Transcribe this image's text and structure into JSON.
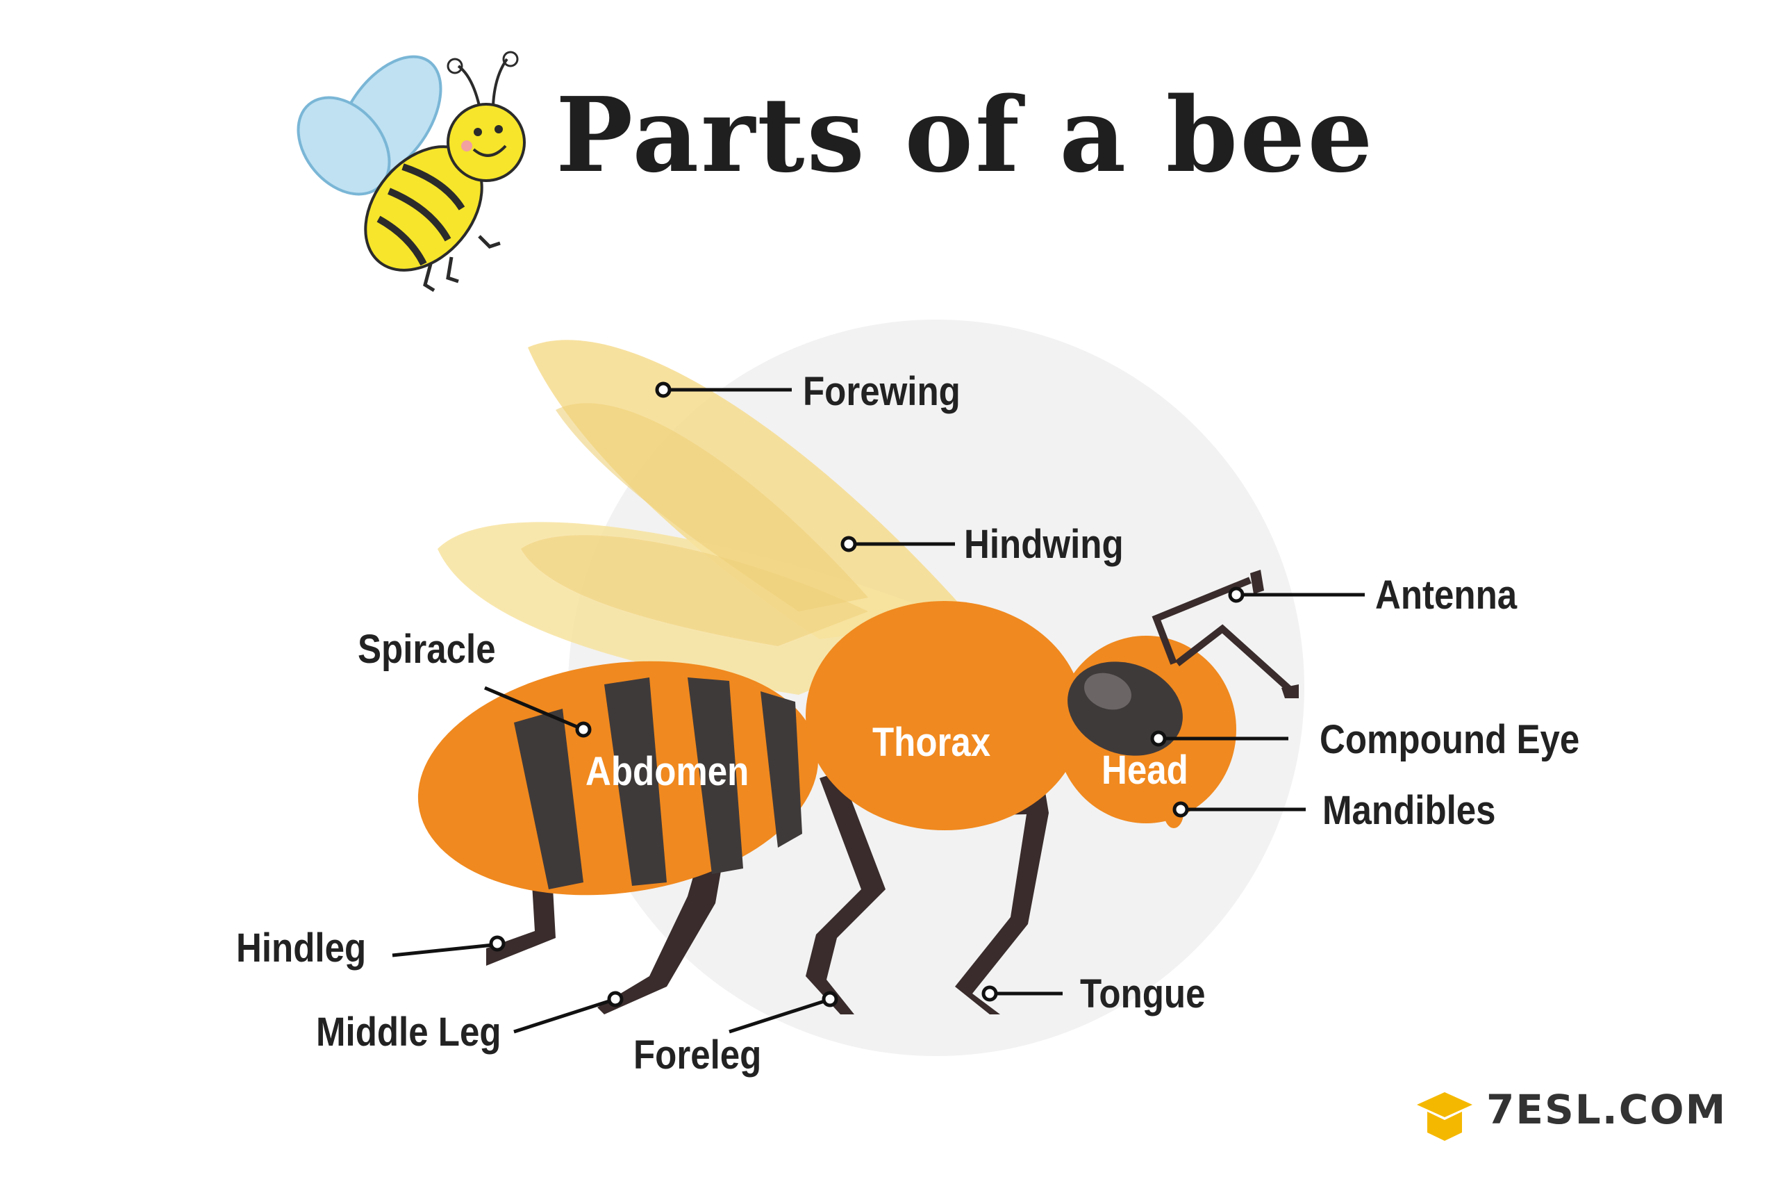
{
  "title": "Parts of a bee",
  "labels": {
    "forewing": "Forewing",
    "hindwing": "Hindwing",
    "antenna": "Antenna",
    "spiracle": "Spiracle",
    "compound_eye": "Compound Eye",
    "mandibles": "Mandibles",
    "hindleg": "Hindleg",
    "middle_leg": "Middle Leg",
    "foreleg": "Foreleg",
    "tongue": "Tongue"
  },
  "body_labels": {
    "abdomen": "Abdomen",
    "thorax": "Thorax",
    "head": "Head"
  },
  "brand": "7ESL.COM",
  "colors": {
    "bee_body": "#f0891f",
    "stripes": "#3f3a3a",
    "wing": "#f6dc8e",
    "legs": "#3a2c2c",
    "backdrop": "#f2f2f2",
    "brand_accent": "#f5b800"
  }
}
